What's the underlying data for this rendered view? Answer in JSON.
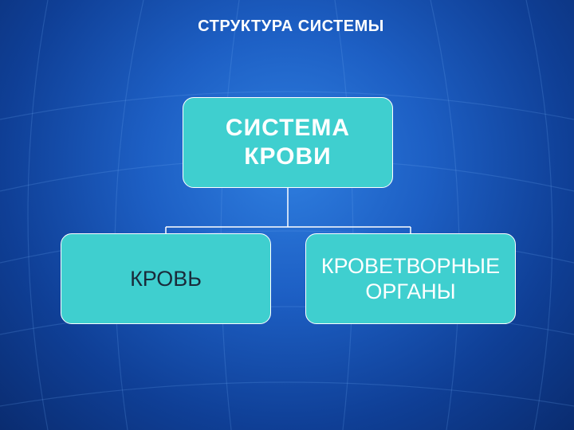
{
  "title": "СТРУКТУРА СИСТЕМЫ",
  "diagram": {
    "root": {
      "lines": [
        "СИСТЕМА",
        "КРОВИ"
      ]
    },
    "children": [
      {
        "lines": [
          "КРОВЬ"
        ]
      },
      {
        "lines": [
          "КРОВЕТВОРНЫЕ",
          "ОРГАНЫ"
        ]
      }
    ]
  },
  "colors": {
    "background": "#1d5fc4",
    "node_fill": "#3fcfcf",
    "node_border": "#ffffff",
    "connector": "#ffffff"
  }
}
